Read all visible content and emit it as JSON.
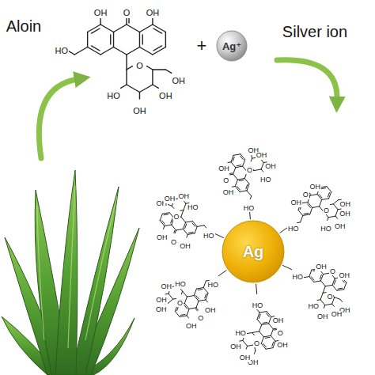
{
  "diagram": {
    "nodes": [
      {
        "text": [
          "Ag⁺"
        ]
      },
      {
        "text": [
          "Ag"
        ]
      }
    ],
    "labels": [
      "Aloin",
      "+",
      "Silver ion",
      "OH",
      "O",
      "OH",
      "HO",
      "O",
      "OH",
      "OH",
      "OH",
      "HO",
      "OH",
      "O",
      "OH",
      "HO",
      "O",
      "OH",
      "OH",
      "OH",
      "HO",
      "OH",
      "O",
      "OH",
      "HO",
      "O",
      "OH",
      "OH",
      "OH",
      "HO",
      "OH",
      "O",
      "OH",
      "HO",
      "O",
      "OH",
      "OH",
      "OH",
      "HO",
      "OH",
      "O",
      "OH",
      "HO",
      "O",
      "OH",
      "OH",
      "OH",
      "HO",
      "OH",
      "O",
      "OH",
      "HO",
      "O",
      "OH",
      "OH",
      "OH",
      "HO",
      "OH",
      "O",
      "OH",
      "HO",
      "O",
      "OH",
      "OH",
      "OH",
      "HO"
    ]
  }
}
